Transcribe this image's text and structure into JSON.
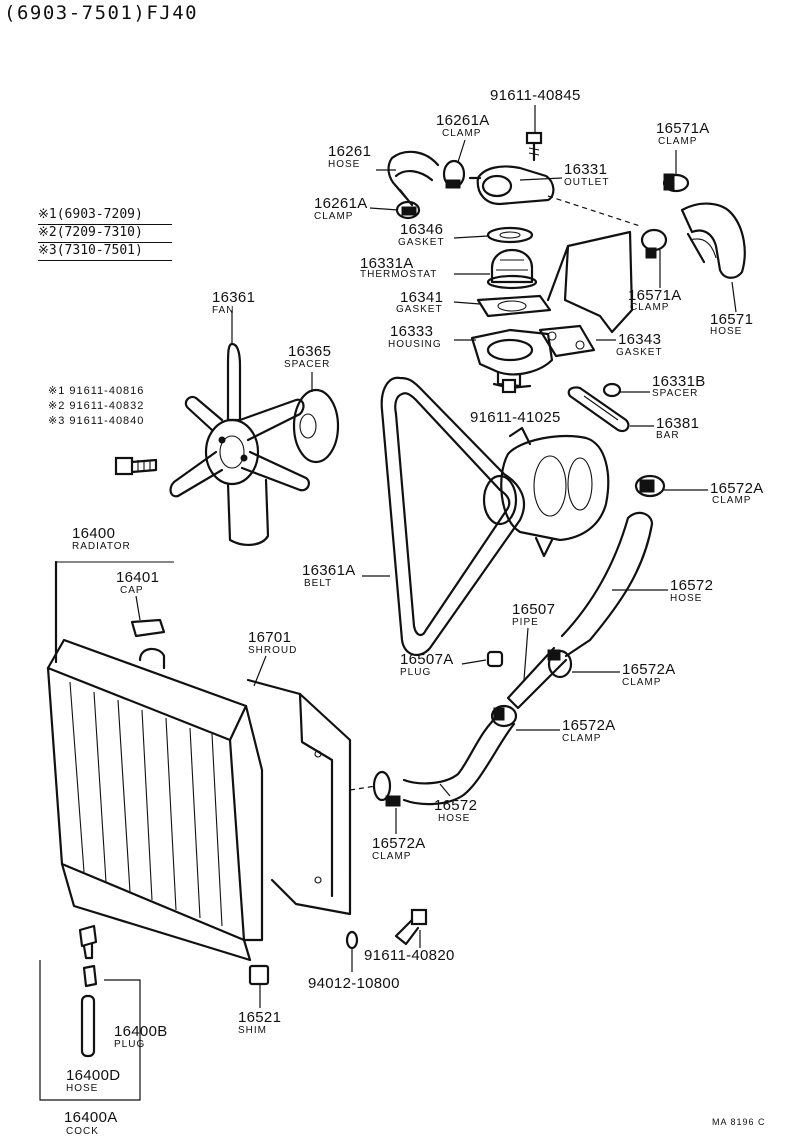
{
  "header": {
    "title": "(6903-7501)FJ40"
  },
  "legend": {
    "rows": [
      "※1(6903-7209)",
      "※2(7209-7310)",
      "※3(7310-7501)"
    ],
    "bolts": [
      "※1 91611-40816",
      "※2 91611-40832",
      "※3 91611-40840"
    ]
  },
  "parts": [
    {
      "number": "91611-40845",
      "name": ""
    },
    {
      "number": "16261A",
      "name": "CLAMP"
    },
    {
      "number": "16261",
      "name": "HOSE"
    },
    {
      "number": "16331",
      "name": "OUTLET"
    },
    {
      "number": "16261A",
      "name": "CLAMP"
    },
    {
      "number": "16346",
      "name": "GASKET"
    },
    {
      "number": "16331A",
      "name": "THERMOSTAT"
    },
    {
      "number": "16341",
      "name": "GASKET"
    },
    {
      "number": "16333",
      "name": "HOUSING"
    },
    {
      "number": "16343",
      "name": "GASKET"
    },
    {
      "number": "16571A",
      "name": "CLAMP"
    },
    {
      "number": "16571A",
      "name": "CLAMP"
    },
    {
      "number": "16571",
      "name": "HOSE"
    },
    {
      "number": "16361",
      "name": "FAN"
    },
    {
      "number": "16365",
      "name": "SPACER"
    },
    {
      "number": "91611-41025",
      "name": ""
    },
    {
      "number": "16331B",
      "name": "SPACER"
    },
    {
      "number": "16381",
      "name": "BAR"
    },
    {
      "number": "16572A",
      "name": "CLAMP"
    },
    {
      "number": "16400",
      "name": "RADIATOR"
    },
    {
      "number": "16401",
      "name": "CAP"
    },
    {
      "number": "16361A",
      "name": "BELT"
    },
    {
      "number": "16572",
      "name": "HOSE"
    },
    {
      "number": "16507",
      "name": "PIPE"
    },
    {
      "number": "16701",
      "name": "SHROUD"
    },
    {
      "number": "16507A",
      "name": "PLUG"
    },
    {
      "number": "16572A",
      "name": "CLAMP"
    },
    {
      "number": "16572A",
      "name": "CLAMP"
    },
    {
      "number": "16572",
      "name": "HOSE"
    },
    {
      "number": "16572A",
      "name": "CLAMP"
    },
    {
      "number": "91611-40820",
      "name": ""
    },
    {
      "number": "94012-10800",
      "name": ""
    },
    {
      "number": "16521",
      "name": "SHIM"
    },
    {
      "number": "16400B",
      "name": "PLUG"
    },
    {
      "number": "16400D",
      "name": "HOSE"
    },
    {
      "number": "16400A",
      "name": "COCK"
    }
  ],
  "footer": {
    "ref": "MA 8196 C"
  }
}
